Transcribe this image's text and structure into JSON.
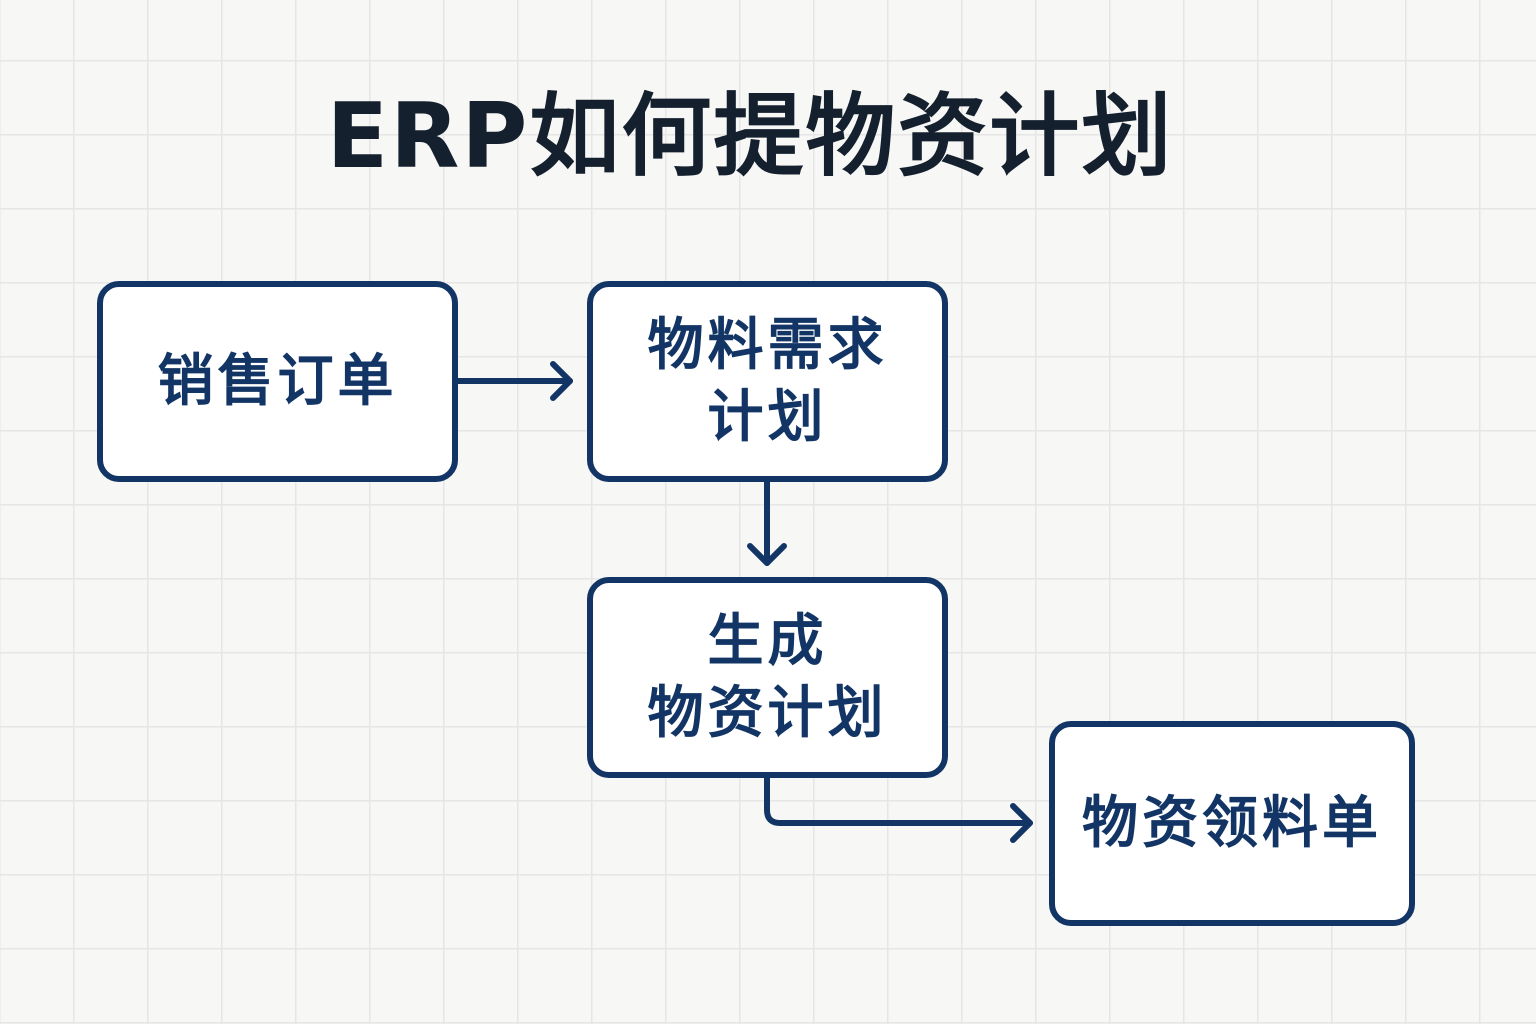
{
  "title": "ERP如何提物资计划",
  "colors": {
    "node_border": "#123566",
    "node_text": "#123566",
    "title_text": "#14202e",
    "background": "#f7f7f6",
    "grid": "#e6e6e6"
  },
  "nodes": [
    {
      "id": "sales-order",
      "lines": [
        "销售订单"
      ]
    },
    {
      "id": "mrp",
      "lines": [
        "物料需求",
        "计划"
      ]
    },
    {
      "id": "generate-plan",
      "lines": [
        "生成",
        "物资计划"
      ]
    },
    {
      "id": "requisition",
      "lines": [
        "物资领料单"
      ]
    }
  ],
  "edges": [
    {
      "from": "sales-order",
      "to": "mrp",
      "direction": "right"
    },
    {
      "from": "mrp",
      "to": "generate-plan",
      "direction": "down"
    },
    {
      "from": "generate-plan",
      "to": "requisition",
      "direction": "down-then-right"
    }
  ]
}
